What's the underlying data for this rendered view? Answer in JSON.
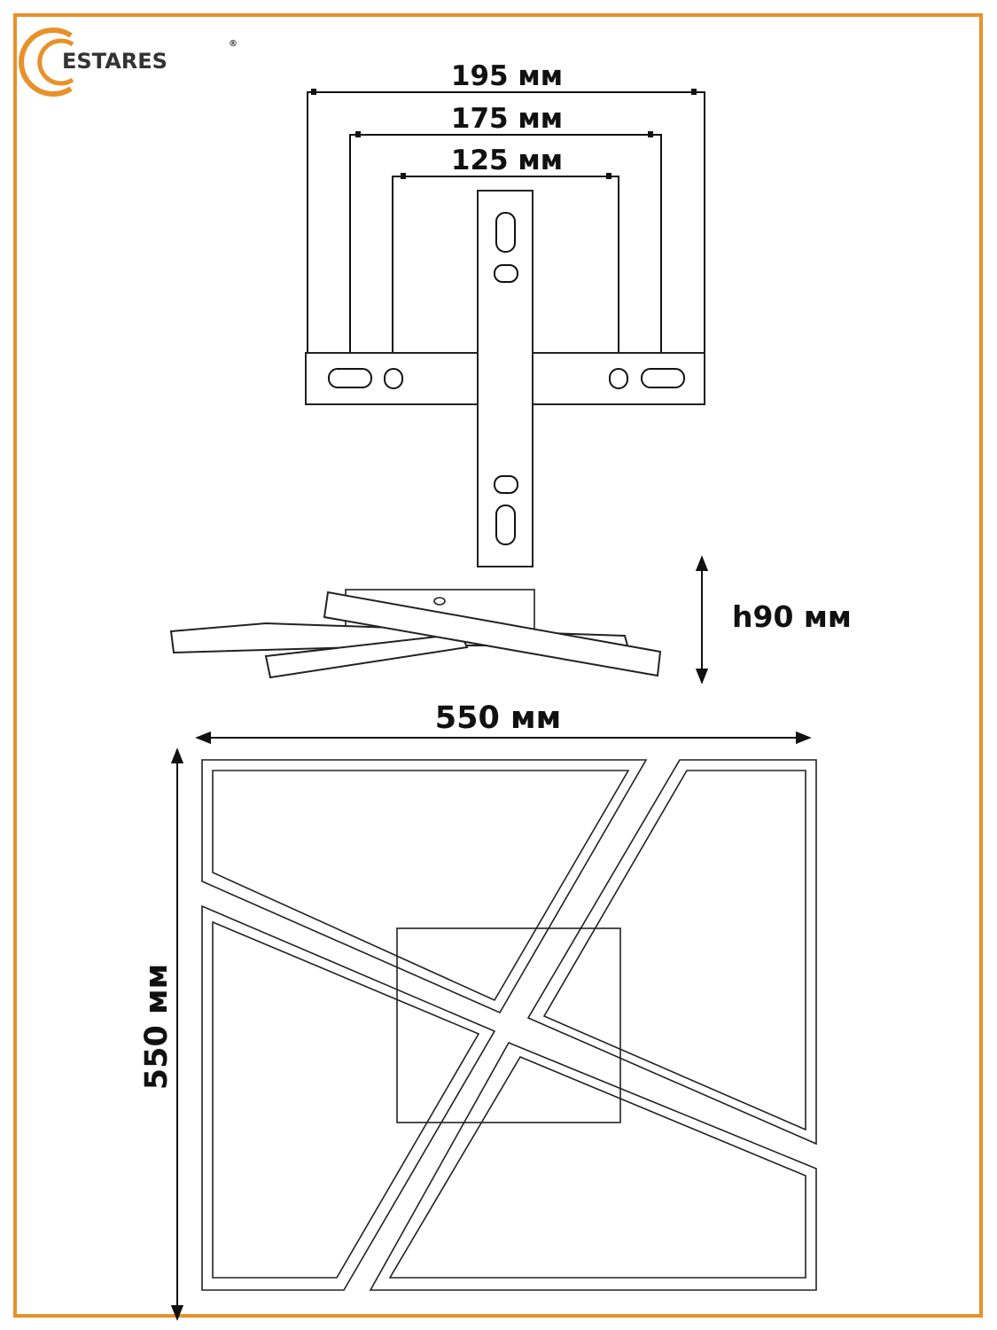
{
  "brand": {
    "name": "ESTARES",
    "mark": "®",
    "accent_color": "#E8912A"
  },
  "mount": {
    "dim_195": "195 мм",
    "dim_175": "175 мм",
    "dim_125": "125 мм"
  },
  "side_view": {
    "height": "h90 мм"
  },
  "top_view": {
    "width": "550 мм",
    "depth": "550 мм"
  }
}
